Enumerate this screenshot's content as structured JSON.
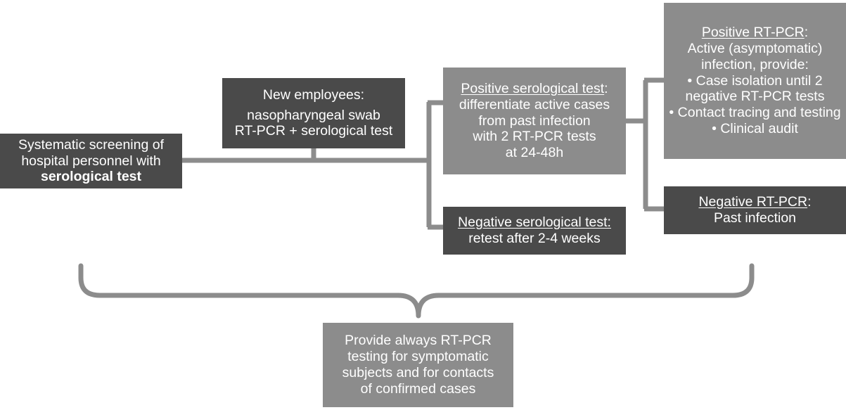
{
  "diagram": {
    "title": "COVID-19 hospital personnel screening flowchart",
    "colors": {
      "dark_box": "#4a4a4a",
      "light_box": "#8c8c8c",
      "connector": "#8c8c8c",
      "text": "#ffffff",
      "background": "#ffffff"
    },
    "boxes": [
      {
        "id": "systematic-screening",
        "shade": "dark",
        "lines": [
          {
            "text": "Systematic screening of",
            "style": "normal"
          },
          {
            "text": "hospital personnel with",
            "style": "normal"
          },
          {
            "text": "serological test",
            "style": "bold"
          }
        ]
      },
      {
        "id": "new-employees",
        "shade": "dark",
        "lines": [
          {
            "text": "New employees:",
            "style": "normal"
          },
          {
            "text": "",
            "style": "gap"
          },
          {
            "text": "nasopharyngeal swab",
            "style": "normal"
          },
          {
            "text": "RT-PCR + serological test",
            "style": "normal"
          }
        ]
      },
      {
        "id": "positive-serological",
        "shade": "light",
        "lines": [
          {
            "text": "Positive serological test",
            "style": "underline-nocolon",
            "suffix": ":"
          },
          {
            "text": "differentiate active cases",
            "style": "normal"
          },
          {
            "text": "from past infection",
            "style": "normal"
          },
          {
            "text": "with 2 RT-PCR tests",
            "style": "normal"
          },
          {
            "text": "at 24-48h",
            "style": "normal"
          }
        ]
      },
      {
        "id": "negative-serological",
        "shade": "dark",
        "lines": [
          {
            "text": "Negative serological test:",
            "style": "underline"
          },
          {
            "text": "retest after 2-4 weeks",
            "style": "normal"
          }
        ]
      },
      {
        "id": "positive-rtpcr",
        "shade": "light",
        "lines": [
          {
            "text": "Positive RT-PCR",
            "style": "underline-nocolon",
            "suffix": ":"
          },
          {
            "text": "Active (asymptomatic)",
            "style": "normal"
          },
          {
            "text": "infection, provide:",
            "style": "normal"
          },
          {
            "text": "• Case isolation until 2",
            "style": "normal"
          },
          {
            "text": "negative RT-PCR tests",
            "style": "normal"
          },
          {
            "text": "• Contact tracing and testing",
            "style": "normal"
          },
          {
            "text": "• Clinical audit",
            "style": "normal"
          }
        ]
      },
      {
        "id": "negative-rtpcr",
        "shade": "dark",
        "lines": [
          {
            "text": "Negative RT-PCR",
            "style": "underline-nocolon",
            "suffix": ":"
          },
          {
            "text": "Past infection",
            "style": "normal"
          }
        ]
      },
      {
        "id": "always-rtpcr",
        "shade": "light",
        "lines": [
          {
            "text": "Provide always RT-PCR",
            "style": "normal"
          },
          {
            "text": "testing for symptomatic",
            "style": "normal"
          },
          {
            "text": "subjects and for contacts",
            "style": "normal"
          },
          {
            "text": "of confirmed cases",
            "style": "normal"
          }
        ]
      }
    ],
    "box_text": {
      "systematic_screening": {
        "l1": "Systematic screening of",
        "l2": "hospital personnel with",
        "l3": "serological test"
      },
      "new_employees": {
        "l1": "New employees:",
        "l2": "nasopharyngeal swab",
        "l3": "RT-PCR + serological test"
      },
      "positive_serological": {
        "hdr": "Positive serological test",
        "colon": ":",
        "l1": "differentiate active cases",
        "l2": "from past infection",
        "l3": "with 2 RT-PCR tests",
        "l4": "at 24-48h"
      },
      "negative_serological": {
        "hdr": "Negative serological test:",
        "l1": "retest after 2-4 weeks"
      },
      "positive_rtpcr": {
        "hdr": "Positive RT-PCR",
        "colon": ":",
        "l1": "Active (asymptomatic)",
        "l2": "infection, provide:",
        "b1": "• Case isolation until 2",
        "b1b": "negative RT-PCR tests",
        "b2": "• Contact tracing and testing",
        "b3": "• Clinical audit"
      },
      "negative_rtpcr": {
        "hdr": "Negative RT-PCR",
        "colon": ":",
        "l1": "Past infection"
      },
      "always_rtpcr": {
        "l1": "Provide always RT-PCR",
        "l2": "testing for symptomatic",
        "l3": "subjects and for contacts",
        "l4": "of confirmed cases"
      }
    }
  }
}
